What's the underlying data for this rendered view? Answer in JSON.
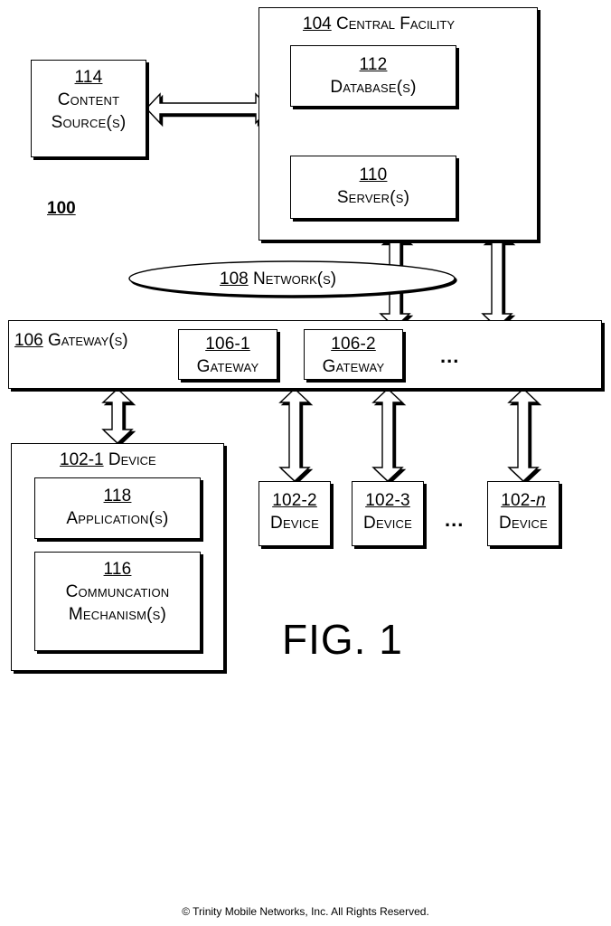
{
  "figure": {
    "ref_label": "100",
    "caption": "FIG. 1",
    "copyright": "© Trinity Mobile Networks, Inc.  All Rights Reserved."
  },
  "content_source": {
    "num": "114",
    "line1": "Content",
    "line2": "Source(s)"
  },
  "central_facility": {
    "num": "104",
    "title": "Central Facility"
  },
  "database": {
    "num": "112",
    "label": "Database(s)"
  },
  "server": {
    "num": "110",
    "label": "Server(s)"
  },
  "network": {
    "num": "108",
    "label": "Network(s)"
  },
  "gateways": {
    "num": "106",
    "title": "Gateway(s)",
    "items": [
      {
        "num": "106-1",
        "label": "Gateway"
      },
      {
        "num": "106-2",
        "label": "Gateway"
      }
    ],
    "ellipsis": "..."
  },
  "device_1": {
    "num": "102-1",
    "title": "Device",
    "application": {
      "num": "118",
      "label": "Application(s)"
    },
    "comm": {
      "num": "116",
      "line1": "Communcation",
      "line2": "Mechanism(s)"
    }
  },
  "devices": [
    {
      "num": "102-2",
      "label": "Device"
    },
    {
      "num": "102-3",
      "label": "Device"
    },
    {
      "num": "102-",
      "suffix": "n",
      "label": "Device"
    }
  ],
  "devices_ellipsis": "..."
}
